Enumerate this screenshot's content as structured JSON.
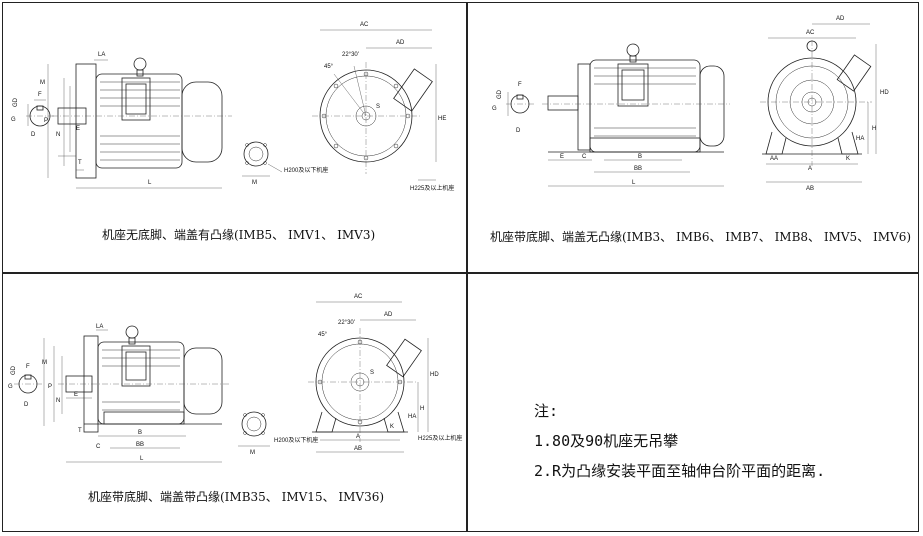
{
  "cells": {
    "top_left": {
      "caption": "机座无底脚、端盖有凸缘(IMB5、 IMV1、 IMV3)",
      "labels": {
        "LA": "LA",
        "GD": "GD",
        "F": "F",
        "G": "G",
        "D": "D",
        "E": "E",
        "M": "M",
        "P": "P",
        "N": "N",
        "T": "T",
        "L": "L",
        "AC": "AC",
        "AD": "AD",
        "HE": "HE",
        "deg45": "45°",
        "deg22": "22°30'",
        "S": "S",
        "H200": "H200及以下机座",
        "H225": "H225及以上机座"
      }
    },
    "top_right": {
      "caption": "机座带底脚、端盖无凸缘(IMB3、 IMB6、 IMB7、 IMB8、 IMV5、 IMV6)",
      "labels": {
        "F": "F",
        "GD": "GD",
        "G": "G",
        "D": "D",
        "E": "E",
        "C": "C",
        "B": "B",
        "BB": "BB",
        "L": "L",
        "AD": "AD",
        "AC": "AC",
        "HD": "HD",
        "H": "H",
        "HA": "HA",
        "AA": "AA",
        "K": "K",
        "A": "A",
        "AB": "AB"
      }
    },
    "bottom_left": {
      "caption": "机座带底脚、端盖带凸缘(IMB35、 IMV15、 IMV36)",
      "labels": {
        "LA": "LA",
        "GD": "GD",
        "F": "F",
        "G": "G",
        "D": "D",
        "E": "E",
        "T": "T",
        "M": "M",
        "P": "P",
        "N": "N",
        "C": "C",
        "B": "B",
        "BB": "BB",
        "L": "L",
        "AC": "AC",
        "AD": "AD",
        "HD": "HD",
        "H": "H",
        "HA": "HA",
        "K": "K",
        "A": "A",
        "AB": "AB",
        "deg45": "45°",
        "deg22": "22°30'",
        "S": "S",
        "H200": "H200及以下机座",
        "H225": "H225及以上机座"
      }
    },
    "bottom_right": {
      "notes_title": "注:",
      "notes": [
        "1.80及90机座无吊攀",
        "2.R为凸缘安装平面至轴伸台阶平面的距离."
      ]
    }
  }
}
